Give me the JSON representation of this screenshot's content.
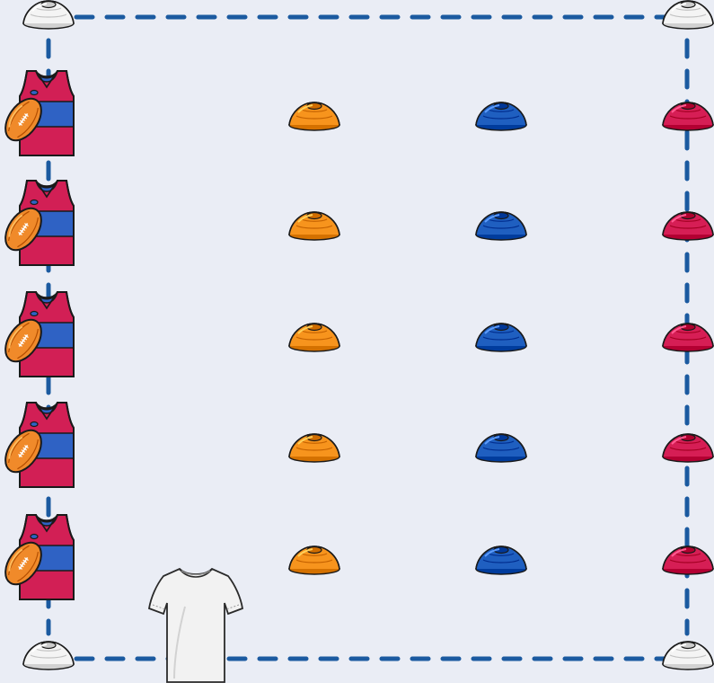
{
  "colors": {
    "background": "#eaedf5",
    "boundary_line": "#1b5aa0",
    "jersey_red": "#d21f55",
    "jersey_blue": "#2f62c4",
    "ball": "#f08a2a",
    "cone_orange": "#f7941d",
    "cone_blue": "#1f5fc0",
    "cone_red": "#d61e55",
    "cone_white": "#f4f4f4",
    "shirt_white": "#f2f2f2"
  },
  "field": {
    "corner_cones": [
      "white-cone",
      "white-cone",
      "white-cone",
      "white-cone"
    ],
    "boundary": "dashed-line"
  },
  "rows": [
    {
      "player": "jersey-with-ball",
      "cones": [
        "orange-cone",
        "blue-cone",
        "red-cone"
      ]
    },
    {
      "player": "jersey-with-ball",
      "cones": [
        "orange-cone",
        "blue-cone",
        "red-cone"
      ]
    },
    {
      "player": "jersey-with-ball",
      "cones": [
        "orange-cone",
        "blue-cone",
        "red-cone"
      ]
    },
    {
      "player": "jersey-with-ball",
      "cones": [
        "orange-cone",
        "blue-cone",
        "red-cone"
      ]
    },
    {
      "player": "jersey-with-ball",
      "cones": [
        "orange-cone",
        "blue-cone",
        "red-cone"
      ]
    }
  ],
  "coach": {
    "icon": "white-tshirt"
  }
}
